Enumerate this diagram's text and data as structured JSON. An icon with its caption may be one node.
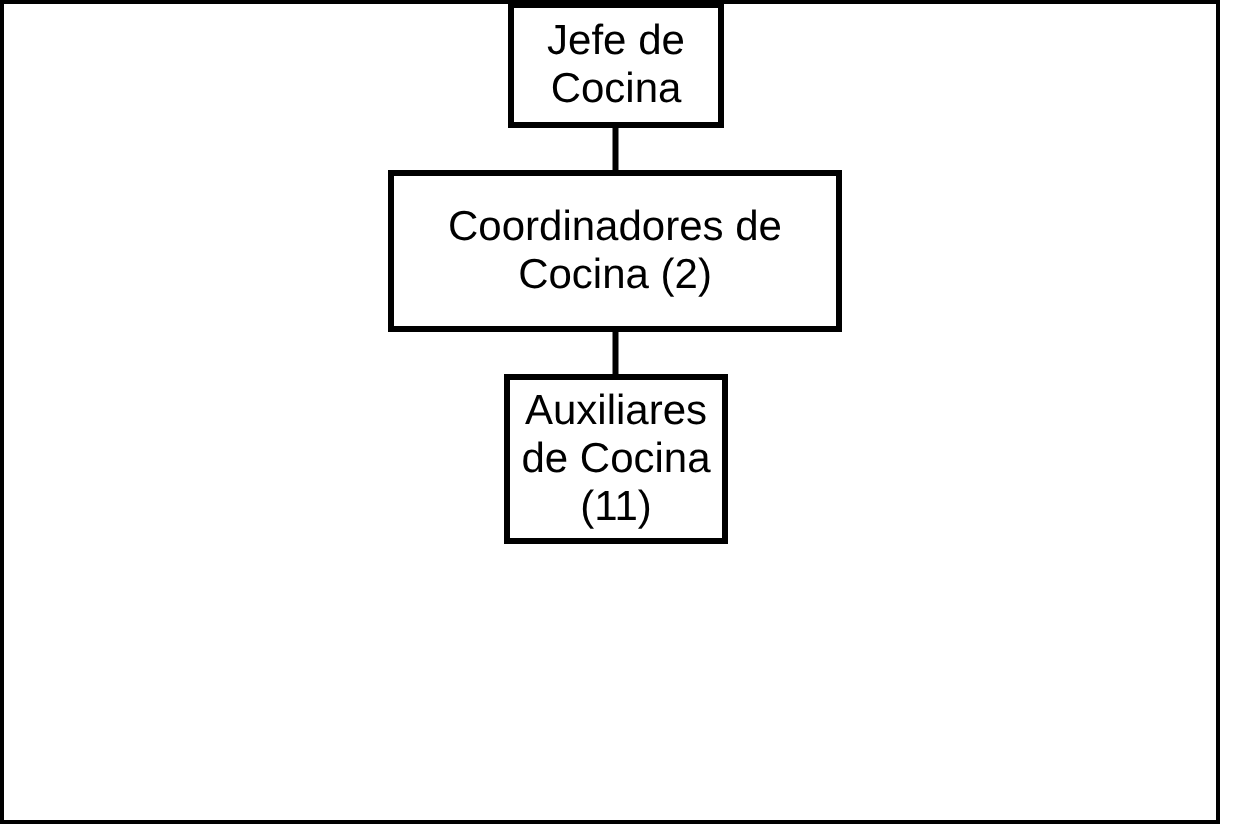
{
  "diagram": {
    "nodes": [
      {
        "text": [
          "Jefe de Cocina"
        ]
      },
      {
        "text": [
          "Coordinadores de Cocina (2)"
        ]
      },
      {
        "text": [
          "Auxiliares de Cocina (11)"
        ]
      }
    ],
    "edges": [
      {
        "from": 0,
        "to": 1,
        "arrow": "none"
      },
      {
        "from": 1,
        "to": 2,
        "arrow": "none"
      }
    ]
  }
}
